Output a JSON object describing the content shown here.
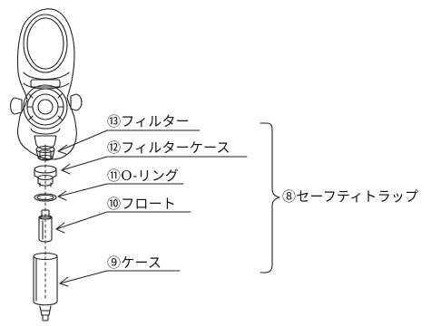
{
  "diagram": {
    "parts": [
      {
        "id": "filter",
        "label": "⑬フィルター"
      },
      {
        "id": "filter-case",
        "label": "⑫フィルターケース"
      },
      {
        "id": "o-ring",
        "label": "⑪O-リング"
      },
      {
        "id": "float",
        "label": "⑩フロート"
      },
      {
        "id": "case",
        "label": "⑨ケース"
      }
    ],
    "group_label": "⑧セーフティトラップ"
  }
}
